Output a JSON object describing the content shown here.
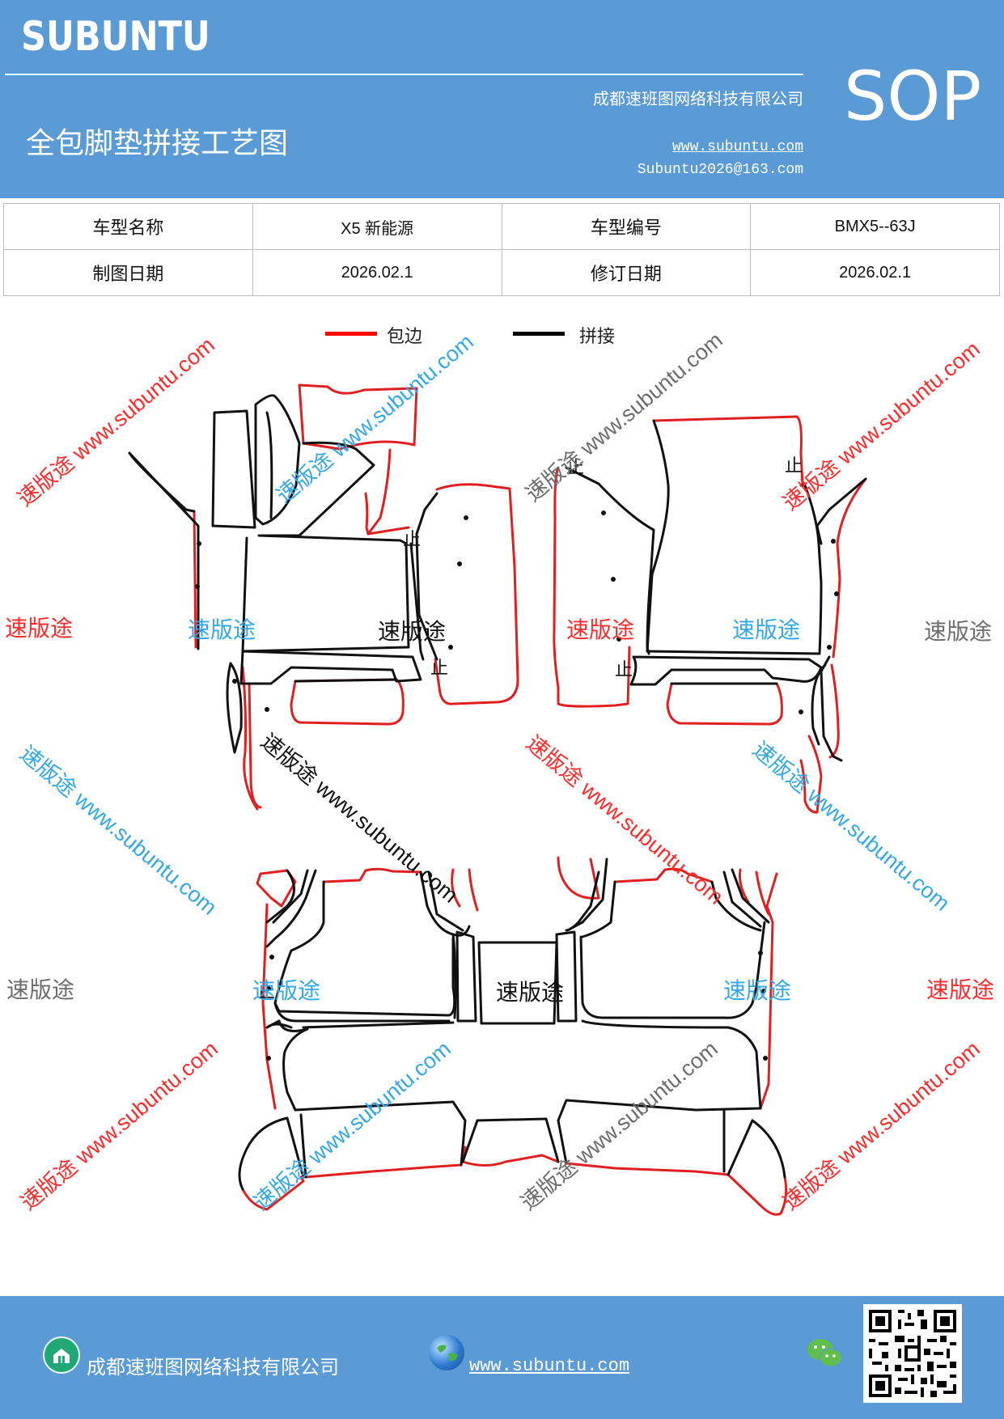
{
  "header": {
    "brand": "SUBUNTU",
    "sop": "SOP",
    "company": "成都速班图网络科技有限公司",
    "title": "全包脚垫拼接工艺图",
    "website": "www.subuntu.com",
    "email": "Subuntu2026@163.com"
  },
  "info_table": {
    "model_name_label": "车型名称",
    "model_name_value": "X5 新能源",
    "model_code_label": "车型编号",
    "model_code_value": "BMX5--63J",
    "draw_date_label": "制图日期",
    "draw_date_value": "2026.02.1",
    "revise_date_label": "修订日期",
    "revise_date_value": "2026.02.1"
  },
  "legend": {
    "edge_label": "包边",
    "edge_color": "#ff0000",
    "splice_label": "拼接",
    "splice_color": "#000000"
  },
  "diagram": {
    "stop_mark": "止",
    "watermark_text": "速版途",
    "watermark_diag": "速版途 www.subuntu.com",
    "watermark_colors": {
      "red": "#ff2a2a",
      "blue": "#33a8e8",
      "gray": "#6d6d6d",
      "black": "#111111"
    }
  },
  "footer": {
    "company": "成都速班图网络科技有限公司",
    "website": "www.subuntu.com",
    "home_icon": "home-icon",
    "globe_icon": "globe-icon",
    "wechat_icon": "wechat-icon",
    "qr_icon": "qr-code"
  }
}
